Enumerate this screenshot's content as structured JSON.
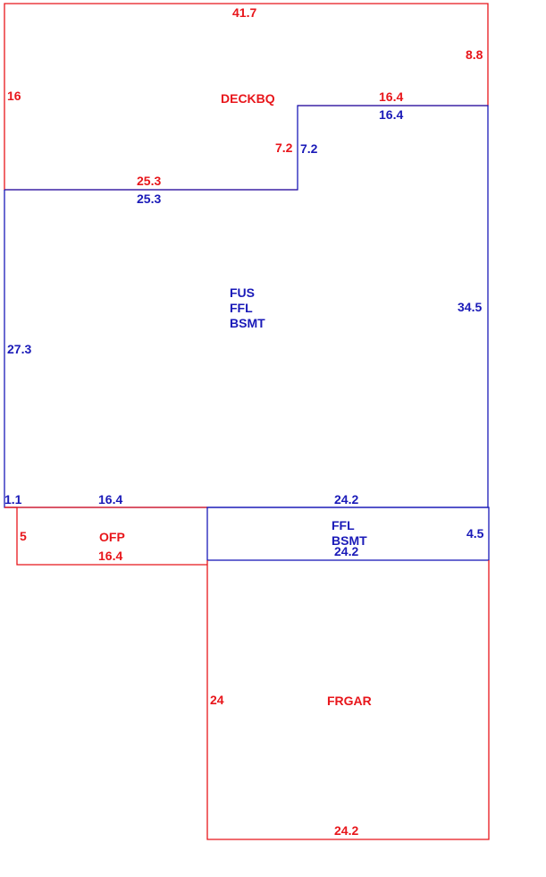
{
  "colors": {
    "exterior_area": "#e8161b",
    "living_area": "#1a1ab8",
    "background": "#ffffff"
  },
  "areas": {
    "deck": {
      "code": "DECKBQ",
      "dims": {
        "top": "41.7",
        "right": "8.8",
        "left": "16",
        "step_top": "16.4",
        "step_side": "7.2",
        "bottom": "25.3"
      }
    },
    "house": {
      "codes": [
        "FUS",
        "FFL",
        "BSMT"
      ],
      "dims": {
        "top_right": "16.4",
        "step_side": "7.2",
        "top_left": "25.3",
        "right": "34.5",
        "left": "27.3",
        "bottom_left_offset": "1.1",
        "bottom_left": "16.4",
        "bottom_right": "24.2"
      }
    },
    "bsmt_strip": {
      "codes": [
        "FFL",
        "BSMT"
      ],
      "dims": {
        "bottom": "24.2",
        "right": "4.5"
      }
    },
    "porch": {
      "code": "OFP",
      "dims": {
        "left": "5",
        "bottom": "16.4"
      }
    },
    "garage": {
      "code": "FRGAR",
      "dims": {
        "left": "24",
        "bottom": "24.2"
      }
    }
  }
}
